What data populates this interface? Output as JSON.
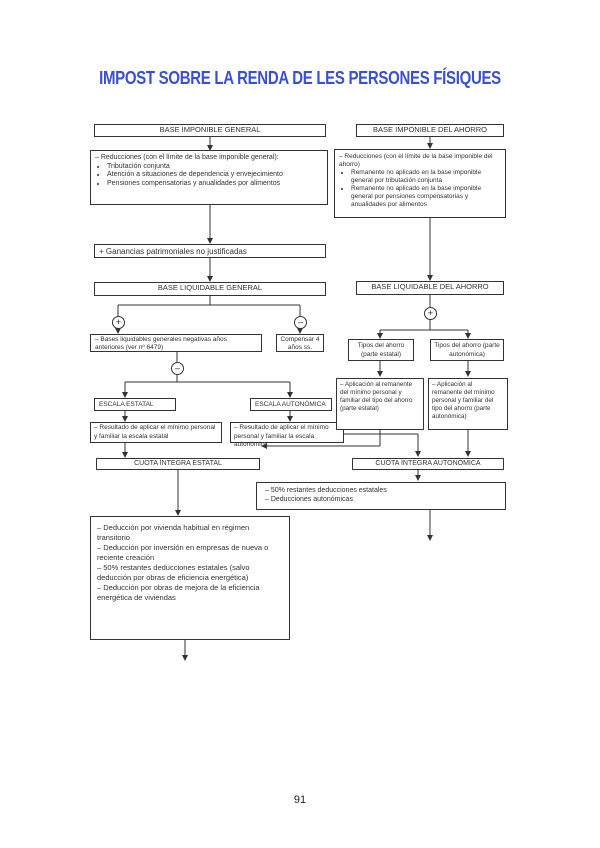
{
  "title": "IMPOST SOBRE LA RENDA DE LES PERSONES FÍSIQUES",
  "general": {
    "base_imponible": "BASE IMPONIBLE GENERAL",
    "reducciones_title": "– Reducciones (con el límite de la base imponible general):",
    "reducciones_items": [
      "Tributación conjunta",
      "Atención a situaciones de dependencia y envejecimiento",
      "Pensiones compensatorias y anualidades por alimentos"
    ],
    "ganancias": "+ Ganancias patrimoniales no justificadas",
    "base_liquidable": "BASE LIQUIDABLE GENERAL",
    "plus": "+",
    "minus": "–",
    "bases_negativas": "– Bases liquidables generales negativas años anteriores (ver nº 6479)",
    "compensar": "Compensar 4 años ss.",
    "minus2": "–",
    "escala_estatal": "ESCALA ESTATAL",
    "escala_autonomica": "ESCALA AUTONÓMICA",
    "resultado_estatal": "– Resultado de aplicar el mínimo personal y familiar la escala estatal",
    "resultado_autonomica": "– Resultado de aplicar el mínimo personal y familiar la escala autonómica",
    "cuota_estatal": "CUOTA ÍNTEGRA ESTATAL"
  },
  "ahorro": {
    "base_imponible": "BASE IMPONIBLE DEL AHORRO",
    "reducciones_title": "– Reducciones (con el límite de la base imponible del ahorro)",
    "reducciones_items": [
      "Remanente no aplicado en la base imponible general por tributación conjunta",
      "Remanente no aplicado en la base imponible general por pensiones compensatorias y anualidades por alimentos"
    ],
    "base_liquidable": "BASE LIQUIDABLE DEL AHORRO",
    "plus": "+",
    "tipos_estatal": "Tipos del ahorro (parte estatal)",
    "tipos_autonomica": "Tipos del ahorro (parte autonómica)",
    "aplicacion_estatal": "– Aplicación al remanente del mínimo personal y familiar del tipo del ahorro (parte estatal)",
    "aplicacion_autonomica": "– Aplicación al remanente del mínimo personal y familiar del tipo del ahorro (parte autonómica)",
    "cuota_autonomica": "CUOTA ÍNTEGRA AUTONÓMICA"
  },
  "deducciones_autonomicas": [
    "– 50% restantes deducciones estatales",
    "– Deducciones autonómicas"
  ],
  "deducciones_estatales": [
    "– Deducción por vivienda habitual en régimen transitorio",
    "– Deducción por inversión en empresas de nueva o reciente creación",
    "– 50% restantes deducciones estatales (salvo deducción por obras de eficiencia energética)",
    "– Deducción por obras de mejora de la eficiencia energética de viviendas"
  ],
  "page_number": "91"
}
